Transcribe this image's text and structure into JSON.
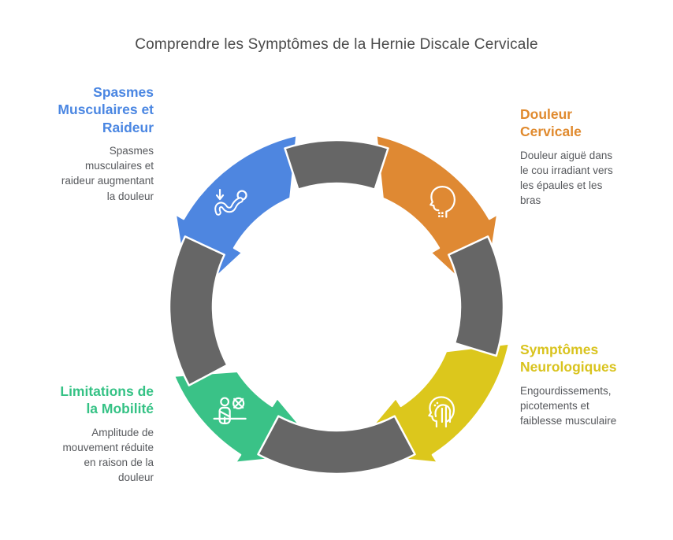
{
  "title": "Comprendre les Symptômes de la Hernie Discale Cervicale",
  "colors": {
    "ring_gray": "#666666",
    "background": "#ffffff",
    "title_text": "#4a4a4a",
    "body_text": "#56585c"
  },
  "segments": [
    {
      "id": "spasmes-musculaires",
      "position": "top-left",
      "color": "#4e86e0",
      "text_color": "#4a86e2",
      "icon": "person-relax-arrow-down-icon",
      "heading": "Spasmes Musculaires et Raideur",
      "heading_lines": [
        "Spasmes",
        "Musculaires et",
        "Raideur"
      ],
      "body": "Spasmes musculaires et raideur augmentant la douleur",
      "body_lines": [
        "Spasmes",
        "musculaires et",
        "raideur augmentant",
        "la douleur"
      ]
    },
    {
      "id": "douleur-cervicale",
      "position": "top-right",
      "color": "#df8933",
      "text_color": "#e08a2e",
      "icon": "head-neck-pain-icon",
      "heading": "Douleur Cervicale",
      "heading_lines": [
        "Douleur",
        "Cervicale"
      ],
      "body": "Douleur aiguë dans le cou irradiant vers les épaules et les bras",
      "body_lines": [
        "Douleur aiguë dans",
        "le cou irradiant vers",
        "les épaules et les",
        "bras"
      ]
    },
    {
      "id": "symptomes-neurologiques",
      "position": "bottom-right",
      "color": "#dcc71c",
      "text_color": "#d9c31d",
      "icon": "head-brain-icon",
      "heading": "Symptômes Neurologiques",
      "heading_lines": [
        "Symptômes",
        "Neurologiques"
      ],
      "body": "Engourdissements, picotements et faiblesse musculaire",
      "body_lines": [
        "Engourdissements,",
        "picotements et",
        "faiblesse musculaire"
      ]
    },
    {
      "id": "limitations-mobilite",
      "position": "bottom-left",
      "color": "#3ac287",
      "text_color": "#35c285",
      "icon": "person-restricted-mobility-icon",
      "heading": "Limitations de la Mobilité",
      "heading_lines": [
        "Limitations de",
        "la Mobilité"
      ],
      "body": "Amplitude de mouvement réduite en raison de la douleur",
      "body_lines": [
        "Amplitude de",
        "mouvement réduite",
        "en raison de la",
        "douleur"
      ]
    }
  ]
}
